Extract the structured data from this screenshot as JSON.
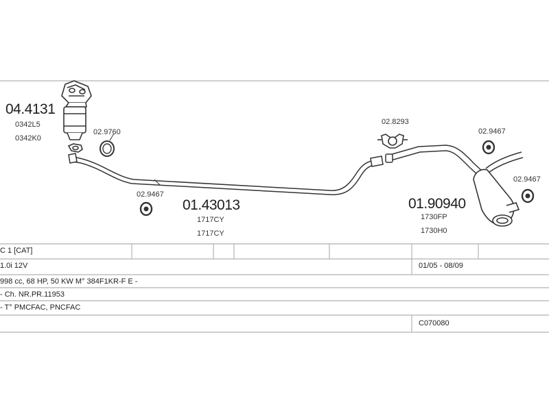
{
  "catalyst": {
    "part_number": "04.4131",
    "codes": [
      "0342L5",
      "0342K0"
    ]
  },
  "front_gasket": {
    "part_number": "02.9760"
  },
  "front_hanger": {
    "part_number": "02.9467"
  },
  "front_pipe": {
    "part_number": "01.43013",
    "codes": [
      "1717CY",
      "1717CY"
    ]
  },
  "clamp": {
    "part_number": "02.8293"
  },
  "rear_hanger_top": {
    "part_number": "02.9467"
  },
  "rear_hanger_side": {
    "part_number": "02.9467"
  },
  "rear_silencer": {
    "part_number": "01.90940",
    "codes": [
      "1730FP",
      "1730H0"
    ]
  },
  "spec_table": {
    "model": "C 1  [CAT]",
    "engine": "1.0i 12V",
    "years": "01/05 - 08/09",
    "specs": "998 cc, 68 HP, 50 KW M° 384F1KR-F E -",
    "chassis": "- Ch. NR.PR.11953",
    "type": "- T° PMCFAC, PNCFAC",
    "ref": "C070080"
  }
}
